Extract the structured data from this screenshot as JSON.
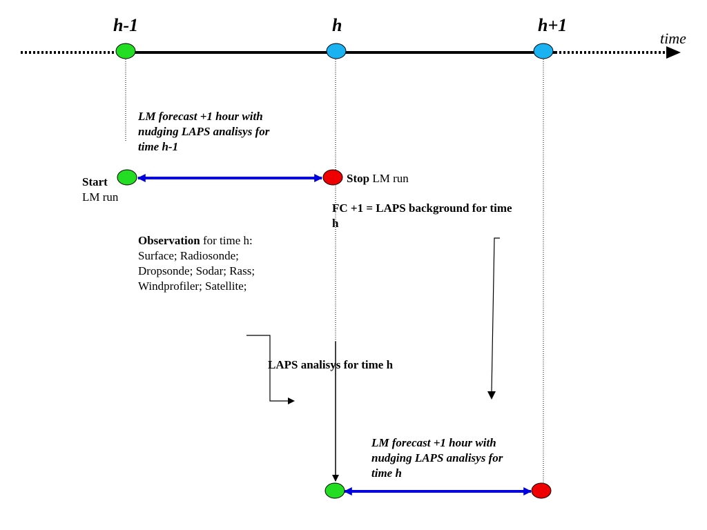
{
  "timeline": {
    "ticks": [
      {
        "label": "h-1"
      },
      {
        "label": "h"
      },
      {
        "label": "h+1"
      }
    ],
    "axis_label": "time"
  },
  "forecast_1": {
    "lines": [
      "LM forecast +1 hour with",
      "nudging LAPS analisys for",
      "time h-1"
    ]
  },
  "start_label": {
    "bold": "Start",
    "plain": "LM run"
  },
  "stop_label": {
    "bold": "Stop",
    "plain": " LM run"
  },
  "background_note": {
    "line1": "FC +1 = LAPS background for time",
    "line2": "h"
  },
  "observation": {
    "bold": "Observation",
    "rest": " for time h:",
    "lines": [
      "Surface; Radiosonde;",
      "Dropsonde; Sodar; Rass;",
      "Windprofiler; Satellite;"
    ]
  },
  "analysis_label": "LAPS analisys for time h",
  "forecast_2": {
    "lines": [
      "LM forecast +1 hour with",
      "nudging LAPS analisys for",
      "time h"
    ]
  },
  "colors": {
    "green_node": "#22dd22",
    "blue_node": "#1ab2f0",
    "red_node": "#ee0000",
    "run_arrow": "#0000dd",
    "line": "#000000"
  }
}
